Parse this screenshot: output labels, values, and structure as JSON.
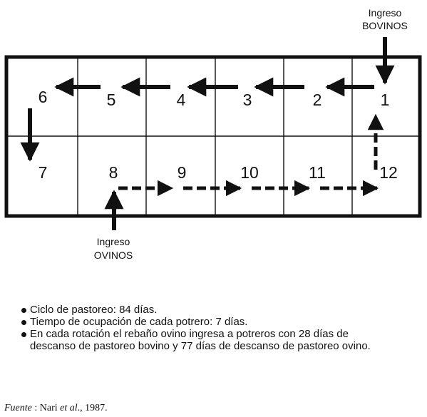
{
  "diagram": {
    "entry_top": {
      "line1": "Ingreso",
      "line2": "BOVINOS"
    },
    "entry_bottom": {
      "line1": "Ingreso",
      "line2": "OVINOS"
    },
    "paddocks": {
      "p1": "1",
      "p2": "2",
      "p3": "3",
      "p4": "4",
      "p5": "5",
      "p6": "6",
      "p7": "7",
      "p8": "8",
      "p9": "9",
      "p10": "10",
      "p11": "11",
      "p12": "12"
    }
  },
  "notes": [
    "Ciclo de pastoreo: 84 días.",
    "Tiempo de ocupación de cada potrero: 7 días.",
    "En cada rotación el rebaño ovino ingresa a potreros con 28 días de descanso de pastoreo bovino y 77 días de descanso de pastoreo ovino."
  ],
  "source": {
    "label": "Fuente",
    "separator": " : ",
    "authors": "Nari ",
    "etal": "et al",
    "year": "., 1987."
  }
}
